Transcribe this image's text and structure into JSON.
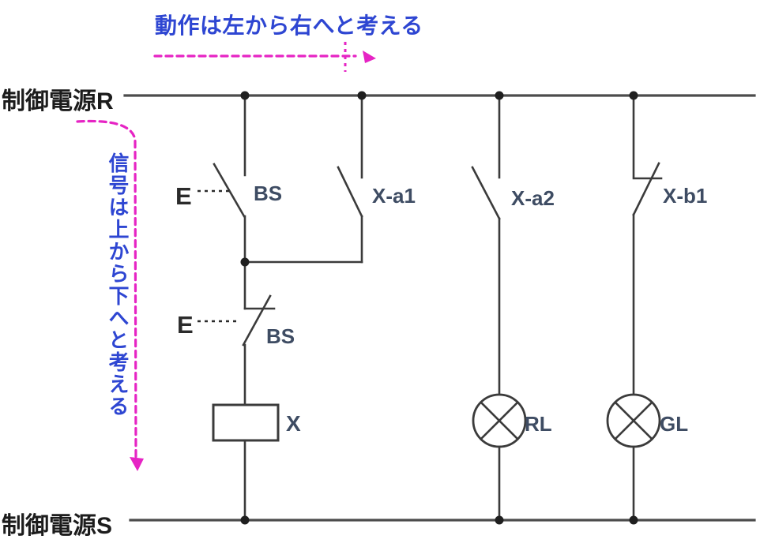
{
  "notes": {
    "flow_horizontal": "動作は左から右へと考える",
    "flow_vertical": "信号は上から下へと考える"
  },
  "rails": {
    "top_label": "制御電源R",
    "bottom_label": "制御電源S"
  },
  "components": {
    "bs1": {
      "label": "BS",
      "actuator": "E"
    },
    "bs2": {
      "label": "BS",
      "actuator": "E"
    },
    "xa1": {
      "label": "X-a1"
    },
    "xa2": {
      "label": "X-a2"
    },
    "xb1": {
      "label": "X-b1"
    },
    "coil": {
      "label": "X"
    },
    "lamp_rl": {
      "label": "RL"
    },
    "lamp_gl": {
      "label": "GL"
    }
  },
  "colors": {
    "note_blue": "#2e46d2",
    "guide_magenta": "#e624c4",
    "wire": "#3b3b3b",
    "component_label": "#3e4c63",
    "rail_text": "#1c1c1c",
    "background": "#ffffff"
  }
}
